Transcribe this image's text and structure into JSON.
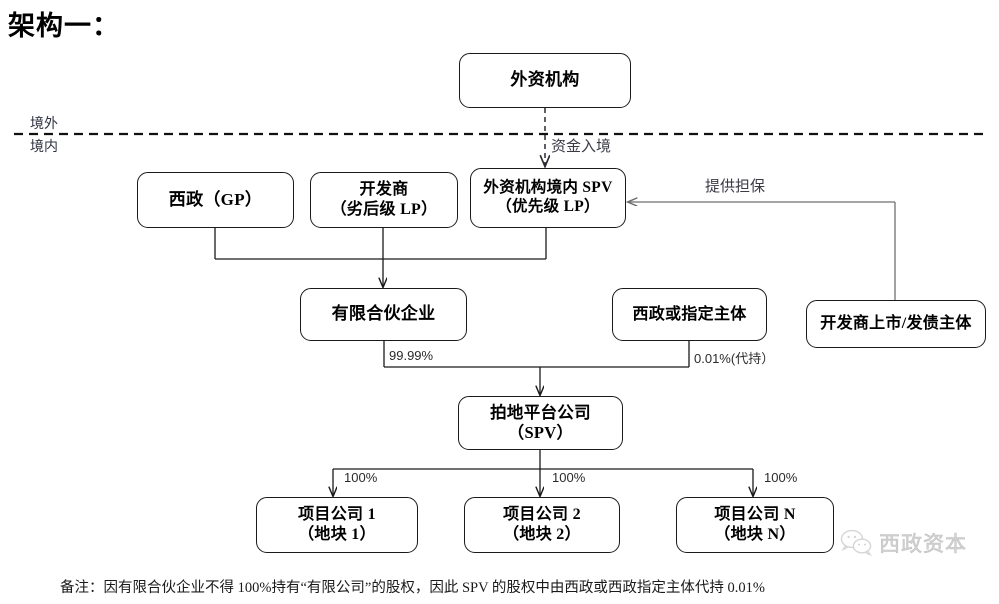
{
  "title": "架构一：",
  "boundary": {
    "outside_label": "境外",
    "inside_label": "境内"
  },
  "flows": {
    "funds_inbound": "资金入境",
    "provide_guarantee": "提供担保"
  },
  "nodes": {
    "foreign_institution": {
      "line1": "外资机构"
    },
    "xizheng_gp": {
      "line1": "西政（GP）"
    },
    "developer_lp": {
      "line1": "开发商",
      "line2": "（劣后级 LP）"
    },
    "onshore_spv": {
      "line1": "外资机构境内 SPV",
      "line2": "（优先级 LP）"
    },
    "limited_partnership": {
      "line1": "有限合伙企业"
    },
    "xizheng_designated": {
      "line1": "西政或指定主体"
    },
    "developer_listed": {
      "line1": "开发商上市/发债主体"
    },
    "land_platform": {
      "line1": "拍地平台公司",
      "line2": "（SPV）"
    },
    "project_1": {
      "line1": "项目公司 1",
      "line2": "（地块 1）"
    },
    "project_2": {
      "line1": "项目公司 2",
      "line2": "（地块 2）"
    },
    "project_n": {
      "line1": "项目公司 N",
      "line2": "（地块 N）"
    }
  },
  "edge_labels": {
    "lp_share": "99.99%",
    "designated_share": "0.01%(代持）",
    "project1_share": "100%",
    "project2_share": "100%",
    "projectn_share": "100%"
  },
  "footnote": "备注：因有限合伙企业不得 100%持有“有限公司”的股权，因此 SPV 的股权中由西政或西政指定主体代持 0.01%",
  "watermark": {
    "icon": "wechat-icon",
    "text": "西政资本"
  },
  "colors": {
    "stroke": "#1a1a1a",
    "gray_stroke": "#6f6f6f",
    "text": "#000000",
    "label_text": "#3f3f3f",
    "watermark": "#b9b9b9"
  }
}
